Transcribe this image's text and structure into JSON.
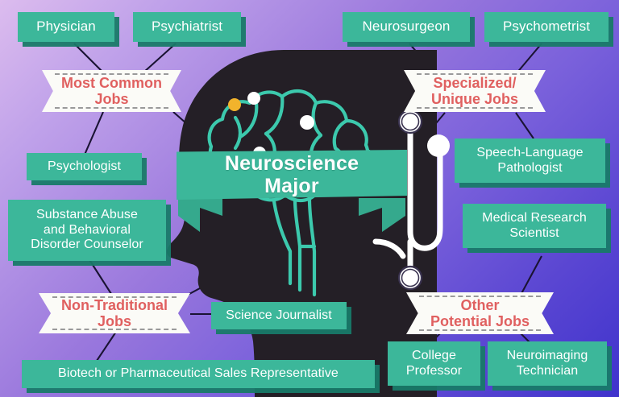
{
  "meta": {
    "title": "Neuroscience Major career paths infographic",
    "background_gradient_from": "#dcbcee",
    "background_gradient_to": "#3f33cc",
    "box_color": "#3cb79a",
    "box_shadow_color": "#187a68",
    "ribbon_bg": "#fbfbf7",
    "ribbon_text_color": "#e06060",
    "head_color": "#241f26",
    "brain_outline_color": "#3cc9ad",
    "accent_dot_color": "#f2b32c",
    "connector_color": "#1a1333"
  },
  "center": {
    "title_line1": "Neuroscience",
    "title_line2": "Major"
  },
  "categories": [
    {
      "id": "most-common",
      "line1": "Most Common",
      "line2": "Jobs"
    },
    {
      "id": "specialized-unique",
      "line1": "Specialized/",
      "line2": "Unique Jobs"
    },
    {
      "id": "non-traditional",
      "line1": "Non-Traditional",
      "line2": "Jobs"
    },
    {
      "id": "other-potential",
      "line1": "Other",
      "line2": "Potential Jobs"
    }
  ],
  "jobs": [
    {
      "id": "physician",
      "label": "Physician",
      "category": "most-common"
    },
    {
      "id": "psychiatrist",
      "label": "Psychiatrist",
      "category": "most-common"
    },
    {
      "id": "psychologist",
      "label": "Psychologist",
      "category": "most-common"
    },
    {
      "id": "neurosurgeon",
      "label": "Neurosurgeon",
      "category": "specialized-unique"
    },
    {
      "id": "psychometrist",
      "label": "Psychometrist",
      "category": "specialized-unique"
    },
    {
      "id": "speech-language-pathologist",
      "line1": "Speech-Language",
      "line2": "Pathologist",
      "label": "Speech-Language Pathologist",
      "category": "specialized-unique"
    },
    {
      "id": "substance-abuse-counselor",
      "line1": "Substance Abuse",
      "line2": "and Behavioral",
      "line3": "Disorder Counselor",
      "label": "Substance Abuse and Behavioral Disorder Counselor",
      "category": "non-traditional"
    },
    {
      "id": "science-journalist",
      "label": "Science Journalist",
      "category": "non-traditional"
    },
    {
      "id": "biotech-sales-rep",
      "label": "Biotech or Pharmaceutical Sales Representative",
      "category": "non-traditional"
    },
    {
      "id": "medical-research-scientist",
      "line1": "Medical Research",
      "line2": "Scientist",
      "label": "Medical Research Scientist",
      "category": "other-potential"
    },
    {
      "id": "college-professor",
      "line1": "College",
      "line2": "Professor",
      "label": "College Professor",
      "category": "other-potential"
    },
    {
      "id": "neuroimaging-technician",
      "line1": "Neuroimaging",
      "line2": "Technician",
      "label": "Neuroimaging Technician",
      "category": "other-potential"
    }
  ]
}
